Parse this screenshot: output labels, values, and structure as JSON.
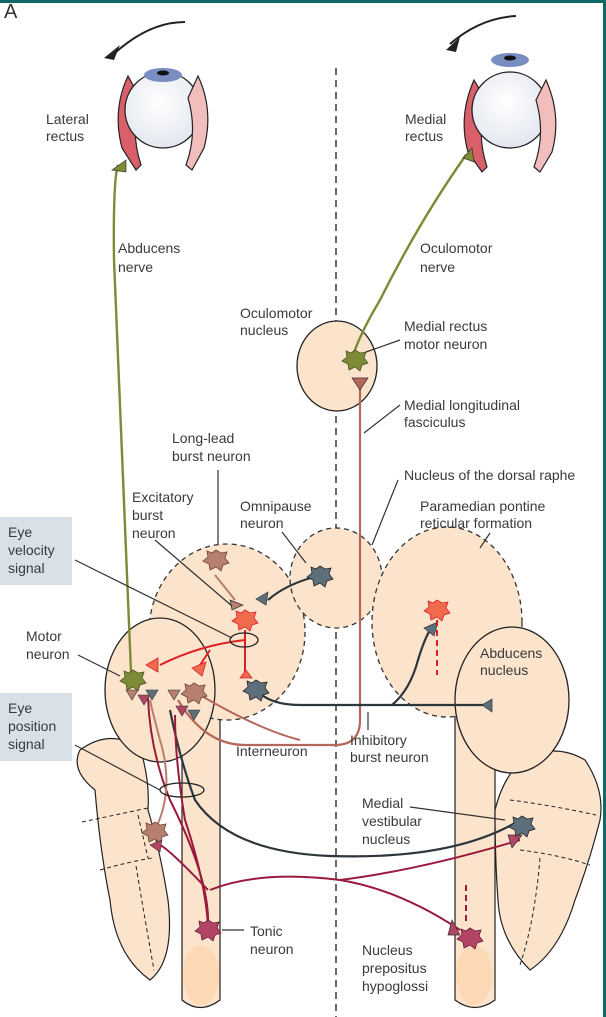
{
  "figure": {
    "panel_label": "A",
    "colors": {
      "frame": "#0e6a66",
      "tissue": "#fbe3cc",
      "label_box": "#d9e1e8",
      "motor_neuron": "#7d8a36",
      "excitatory": "#f06a4e",
      "excitatory_axon": "#dd1f26",
      "long_lead": "#b7806e",
      "inhibitory": "#5e6f7c",
      "tonic": "#b24566",
      "tonic_axon": "#9a1a3e",
      "mlf": "#b5675a"
    },
    "labels": {
      "lateral_rectus": [
        "Lateral",
        "rectus"
      ],
      "medial_rectus": [
        "Medial",
        "rectus"
      ],
      "abducens_nerve": [
        "Abducens",
        "nerve"
      ],
      "oculomotor_nerve": [
        "Oculomotor",
        "nerve"
      ],
      "oculomotor_nucleus": [
        "Oculomotor",
        "nucleus"
      ],
      "medial_rectus_motor_neuron": [
        "Medial rectus",
        "motor neuron"
      ],
      "mlf": [
        "Medial longitudinal",
        "fasciculus"
      ],
      "long_lead": [
        "Long-lead",
        "burst neuron"
      ],
      "dorsal_raphe": [
        "Nucleus of the dorsal raphe"
      ],
      "excitatory_burst": [
        "Excitatory",
        "burst",
        "neuron"
      ],
      "omnipause": [
        "Omnipause",
        "neuron"
      ],
      "ppRF": [
        "Paramedian pontine",
        "reticular formation"
      ],
      "eye_velocity": [
        "Eye",
        "velocity",
        "signal"
      ],
      "motor_neuron": [
        "Motor",
        "neuron"
      ],
      "abducens_nucleus": [
        "Abducens",
        "nucleus"
      ],
      "eye_position": [
        "Eye",
        "position",
        "signal"
      ],
      "interneuron": [
        "Interneuron"
      ],
      "inhibitory_burst": [
        "Inhibitory",
        "burst neuron"
      ],
      "medial_vestibular": [
        "Medial",
        "vestibular",
        "nucleus"
      ],
      "tonic": [
        "Tonic",
        "neuron"
      ],
      "prepositus": [
        "Nucleus",
        "prepositus",
        "hypoglossi"
      ]
    }
  }
}
